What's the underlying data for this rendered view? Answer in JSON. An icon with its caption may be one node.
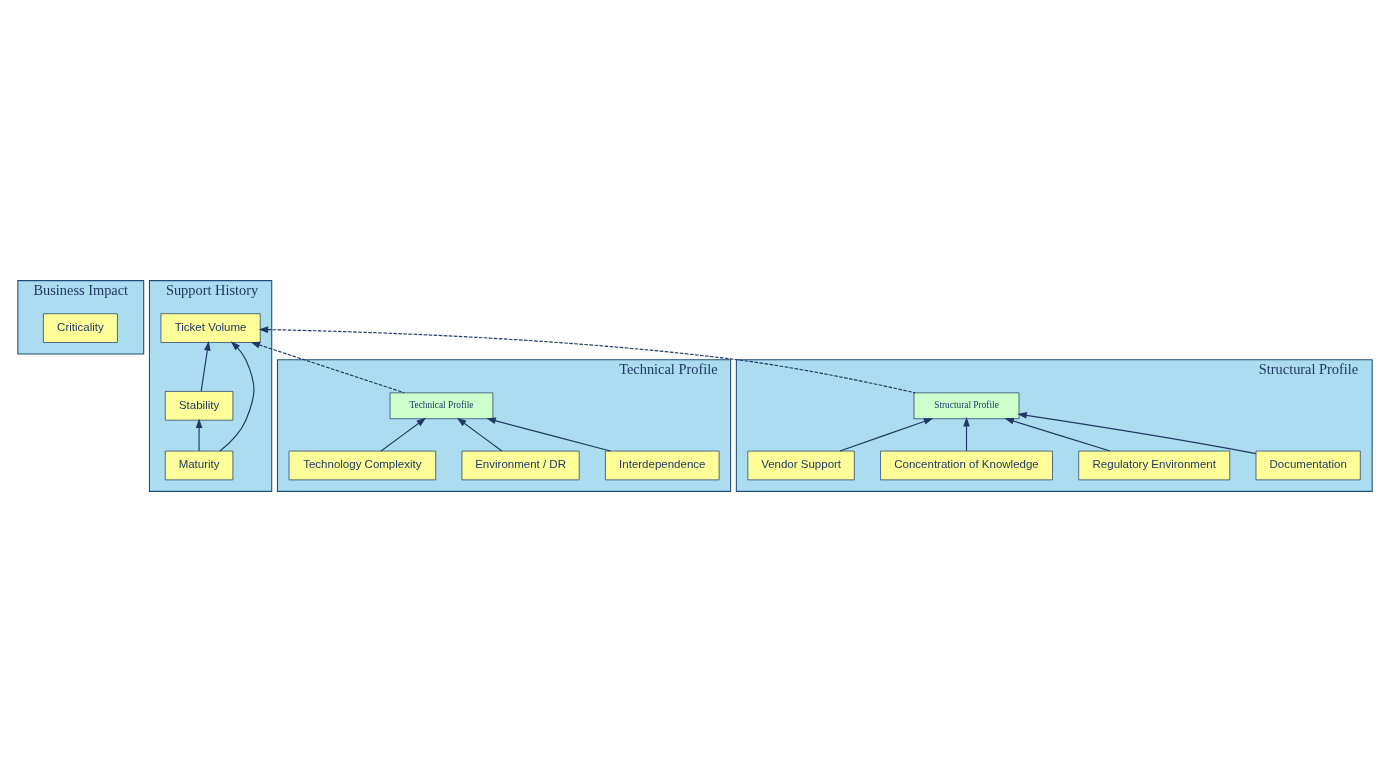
{
  "diagram": {
    "nodes": [
      {
        "text": [
          "Business Impact"
        ]
      },
      {
        "text": [
          "Criticality"
        ],
        "in": 0
      },
      {
        "text": [
          "Support History"
        ]
      },
      {
        "text": [
          "Ticket Volume"
        ],
        "in": 2
      },
      {
        "text": [
          "Maturity"
        ],
        "in": 2
      },
      {
        "text": [
          "Stability"
        ],
        "in": 2
      },
      {
        "text": [
          "Technical Profile"
        ]
      },
      {
        "text": [
          "Technical Profile"
        ],
        "in": 6
      },
      {
        "text": [
          "Technology Complexity"
        ],
        "in": 6
      },
      {
        "text": [
          "Environment / DR"
        ],
        "in": 6
      },
      {
        "text": [
          "Interdependence"
        ],
        "in": 6
      },
      {
        "text": [
          "Structural Profile"
        ]
      },
      {
        "text": [
          "Structural Profile"
        ],
        "in": 11
      },
      {
        "text": [
          "Vendor Support"
        ],
        "in": 11
      },
      {
        "text": [
          "Concentration of Knowledge"
        ],
        "in": 11
      },
      {
        "text": [
          "Regulatory Environment"
        ],
        "in": 11
      },
      {
        "text": [
          "Documentation"
        ],
        "in": 11
      }
    ],
    "edges": [
      {
        "from": 4,
        "to": 3,
        "arrow": "to"
      },
      {
        "from": 5,
        "to": 3,
        "arrow": "to"
      },
      {
        "from": 4,
        "to": 5,
        "arrow": "to"
      },
      {
        "from": 7,
        "to": 3,
        "arrow": "to",
        "style": "dashed"
      },
      {
        "from": 12,
        "to": 3,
        "arrow": "to",
        "style": "dashed"
      },
      {
        "from": 8,
        "to": 7,
        "arrow": "to"
      },
      {
        "from": 9,
        "to": 7,
        "arrow": "to"
      },
      {
        "from": 10,
        "to": 7,
        "arrow": "to"
      },
      {
        "from": 13,
        "to": 12,
        "arrow": "to"
      },
      {
        "from": 14,
        "to": 12,
        "arrow": "to"
      },
      {
        "from": 15,
        "to": 12,
        "arrow": "to"
      },
      {
        "from": 16,
        "to": 12,
        "arrow": "to"
      }
    ]
  }
}
